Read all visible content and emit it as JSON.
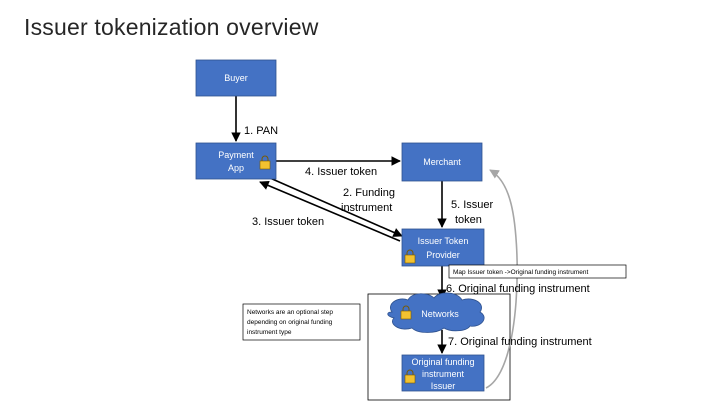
{
  "title": "Issuer tokenization overview",
  "colors": {
    "node_fill": "#4472c4",
    "node_stroke": "#2f528f",
    "edge": "#000000",
    "return_edge": "#a6a6a6",
    "lock": "#f2c230"
  },
  "nodes": {
    "buyer": "Buyer",
    "payment_app_line1": "Payment",
    "payment_app_line2": "App",
    "merchant": "Merchant",
    "token_provider_line1": "Issuer Token",
    "token_provider_line2": "Provider",
    "networks": "Networks",
    "issuer_line1": "Original funding",
    "issuer_line2": "instrument",
    "issuer_line3": "Issuer"
  },
  "edges": {
    "e1": "1. PAN",
    "e2_line1": "2. Funding",
    "e2_line2": "instrument",
    "e3": "3. Issuer token",
    "e4": "4. Issuer token",
    "e5_line1": "5. Issuer",
    "e5_line2": "token",
    "e6": "6. Original funding instrument",
    "e7": "7. Original funding instrument"
  },
  "notes": {
    "map_note": "Map Issuer token ->Original funding instrument",
    "networks_note_line1": "Networks are an optional step",
    "networks_note_line2": "depending on original funding",
    "networks_note_line3": "instrument type"
  },
  "icons": {
    "lock": "lock-icon"
  }
}
